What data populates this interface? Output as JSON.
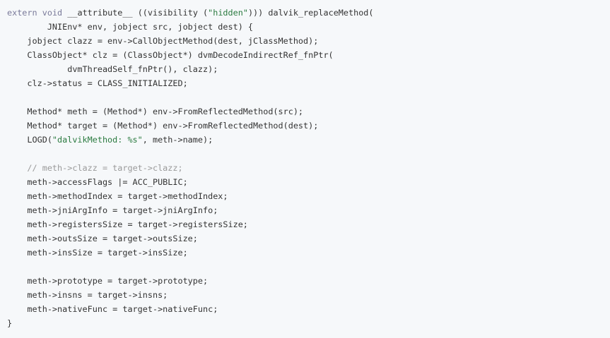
{
  "code": {
    "language": "c",
    "colors": {
      "background": "#f6f8fa",
      "text": "#333333",
      "keyword": "#7a7a9a",
      "string": "#2a7a3f",
      "comment": "#9a9a9a"
    },
    "lines": [
      [
        {
          "t": "kw",
          "v": "extern"
        },
        {
          "t": "plain",
          "v": " "
        },
        {
          "t": "kw",
          "v": "void"
        },
        {
          "t": "plain",
          "v": " __attribute__ ((visibility ("
        },
        {
          "t": "str",
          "v": "\"hidden\""
        },
        {
          "t": "plain",
          "v": "))) dalvik_replaceMethod("
        }
      ],
      [
        {
          "t": "plain",
          "v": "        JNIEnv* env, jobject src, jobject dest) {"
        }
      ],
      [
        {
          "t": "plain",
          "v": "    jobject clazz = env->CallObjectMethod(dest, jClassMethod);"
        }
      ],
      [
        {
          "t": "plain",
          "v": "    ClassObject* clz = (ClassObject*) dvmDecodeIndirectRef_fnPtr("
        }
      ],
      [
        {
          "t": "plain",
          "v": "            dvmThreadSelf_fnPtr(), clazz);"
        }
      ],
      [
        {
          "t": "plain",
          "v": "    clz->status = CLASS_INITIALIZED;"
        }
      ],
      [
        {
          "t": "plain",
          "v": ""
        }
      ],
      [
        {
          "t": "plain",
          "v": "    Method* meth = (Method*) env->FromReflectedMethod(src);"
        }
      ],
      [
        {
          "t": "plain",
          "v": "    Method* target = (Method*) env->FromReflectedMethod(dest);"
        }
      ],
      [
        {
          "t": "plain",
          "v": "    LOGD("
        },
        {
          "t": "str",
          "v": "\"dalvikMethod: %s\""
        },
        {
          "t": "plain",
          "v": ", meth->name);"
        }
      ],
      [
        {
          "t": "plain",
          "v": ""
        }
      ],
      [
        {
          "t": "plain",
          "v": "    "
        },
        {
          "t": "comment",
          "v": "// meth->clazz = target->clazz;"
        }
      ],
      [
        {
          "t": "plain",
          "v": "    meth->accessFlags |= ACC_PUBLIC;"
        }
      ],
      [
        {
          "t": "plain",
          "v": "    meth->methodIndex = target->methodIndex;"
        }
      ],
      [
        {
          "t": "plain",
          "v": "    meth->jniArgInfo = target->jniArgInfo;"
        }
      ],
      [
        {
          "t": "plain",
          "v": "    meth->registersSize = target->registersSize;"
        }
      ],
      [
        {
          "t": "plain",
          "v": "    meth->outsSize = target->outsSize;"
        }
      ],
      [
        {
          "t": "plain",
          "v": "    meth->insSize = target->insSize;"
        }
      ],
      [
        {
          "t": "plain",
          "v": ""
        }
      ],
      [
        {
          "t": "plain",
          "v": "    meth->prototype = target->prototype;"
        }
      ],
      [
        {
          "t": "plain",
          "v": "    meth->insns = target->insns;"
        }
      ],
      [
        {
          "t": "plain",
          "v": "    meth->nativeFunc = target->nativeFunc;"
        }
      ],
      [
        {
          "t": "plain",
          "v": "}"
        }
      ]
    ]
  }
}
